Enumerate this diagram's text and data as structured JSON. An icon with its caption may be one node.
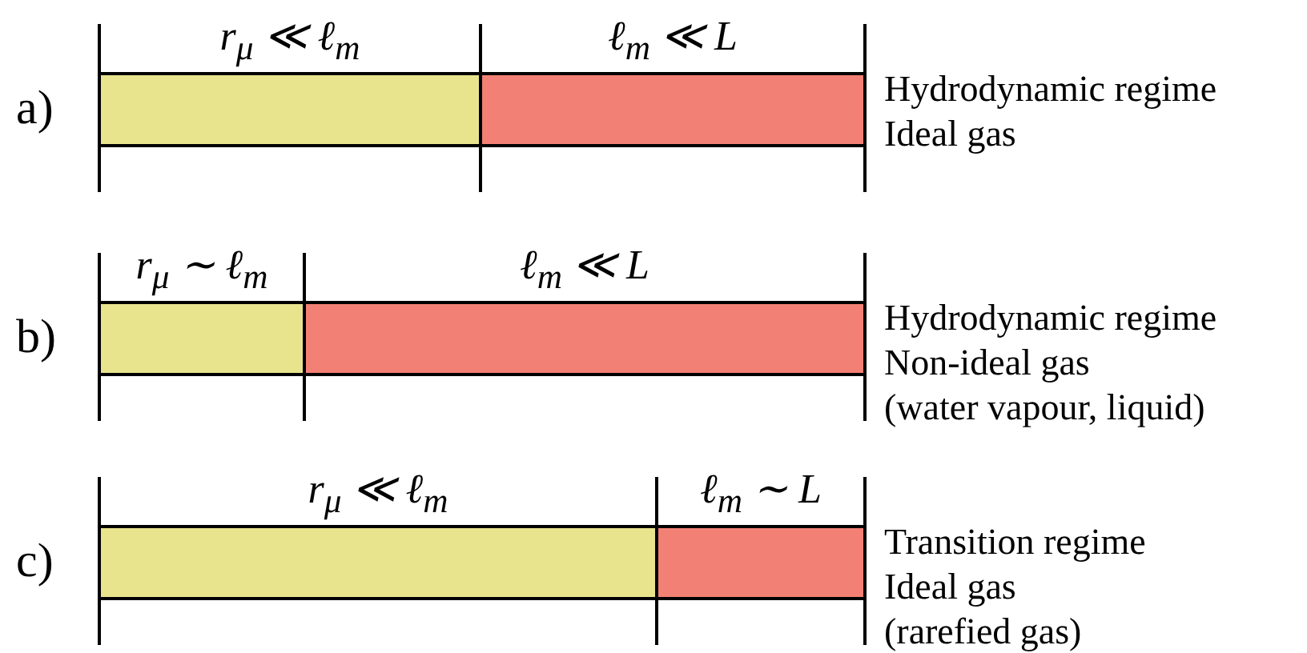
{
  "diagram": {
    "nodes": [
      {
        "text": [
          "r$_{μ}$ ≪ ℓ$_{m}$"
        ]
      },
      {
        "text": [
          "ℓ$_{m}$ ≪ L"
        ]
      },
      {
        "text": [
          "r$_{μ}$ ∼ ℓ$_{m}$"
        ]
      },
      {
        "text": [
          "ℓ$_{m}$ ≪ L"
        ]
      },
      {
        "text": [
          "r$_{μ}$ ≪ ℓ$_{m}$"
        ]
      },
      {
        "text": [
          "ℓ$_{m}$ ∼ L"
        ]
      }
    ],
    "edges": [],
    "labels": [
      "a)",
      "Hydrodynamic regime",
      "Ideal gas",
      "b)",
      "Hydrodynamic regime",
      "Non-ideal gas",
      "(water vapour, liquid)",
      "c)",
      "Transition regime",
      "Ideal gas",
      "(rarefied gas)"
    ]
  }
}
